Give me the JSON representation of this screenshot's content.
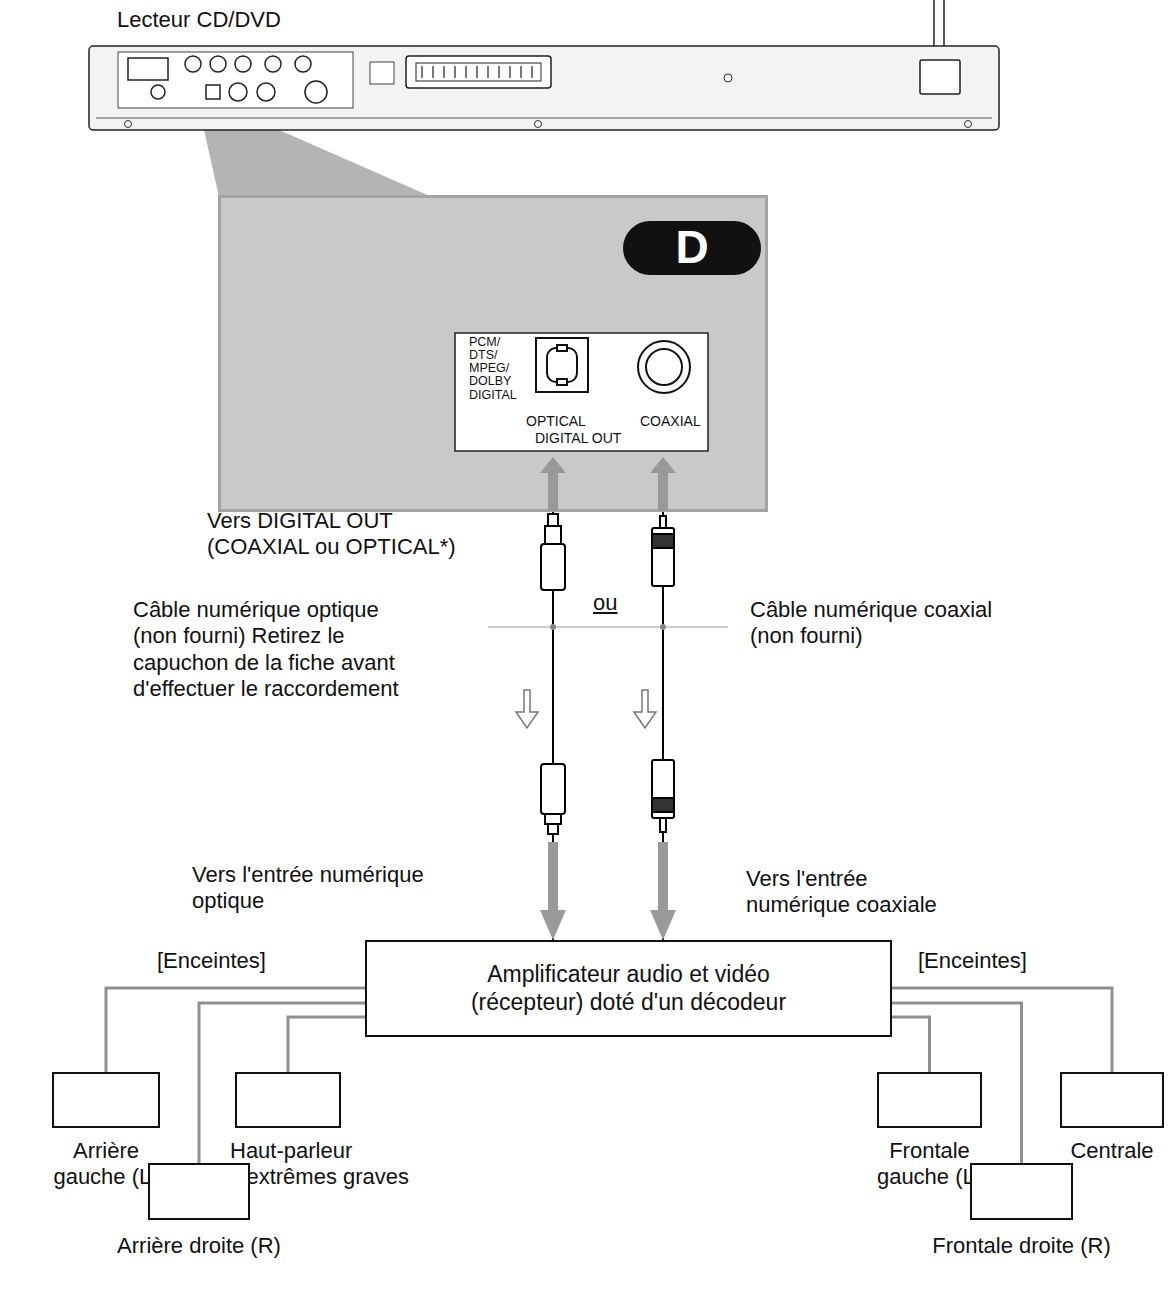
{
  "diagram": {
    "nodes": [
      {
        "text": [
          "Lecteur CD/DVD"
        ]
      },
      {
        "text": [
          "DIGITAL OUT"
        ]
      },
      {
        "text": [
          "D"
        ],
        "in": 1
      },
      {
        "text": [
          "Amplificateur audio et vidéo (récepteur) doté d'un décodeur"
        ]
      },
      {
        "text": [
          "Arrière gauche (L)"
        ]
      },
      {
        "text": [
          "Haut-parleur d'extrêmes graves"
        ]
      },
      {
        "text": [
          "Frontale gauche (L)"
        ]
      },
      {
        "text": [
          "Centrale"
        ]
      },
      {
        "text": [
          "Arrière droite (R)"
        ]
      },
      {
        "text": [
          "Frontale droite (R)"
        ]
      }
    ],
    "edges": [
      {
        "from": 1,
        "to": 3,
        "arrow": "to"
      },
      {
        "from": 1,
        "to": 3,
        "arrow": "to"
      },
      {
        "from": 3,
        "to": 4,
        "arrow": "none"
      },
      {
        "from": 3,
        "to": 8,
        "arrow": "none"
      },
      {
        "from": 3,
        "to": 5,
        "arrow": "none"
      },
      {
        "from": 3,
        "to": 6,
        "arrow": "none"
      },
      {
        "from": 3,
        "to": 9,
        "arrow": "none"
      },
      {
        "from": 3,
        "to": 7,
        "arrow": "none"
      }
    ],
    "labels": [
      "PCM/ DTS/ MPEG/ DOLBY DIGITAL",
      "OPTICAL",
      "COAXIAL",
      "Vers DIGITAL OUT (COAXIAL ou OPTICAL*)",
      "ou",
      "Câble numérique optique (non fourni) Retirez le capuchon de la fiche avant d'effectuer le raccordement",
      "Câble numérique coaxial (non fourni)",
      "Vers l'entrée numérique optique",
      "Vers l'entrée numérique coaxiale",
      "[Enceintes]",
      "[Enceintes]"
    ]
  }
}
